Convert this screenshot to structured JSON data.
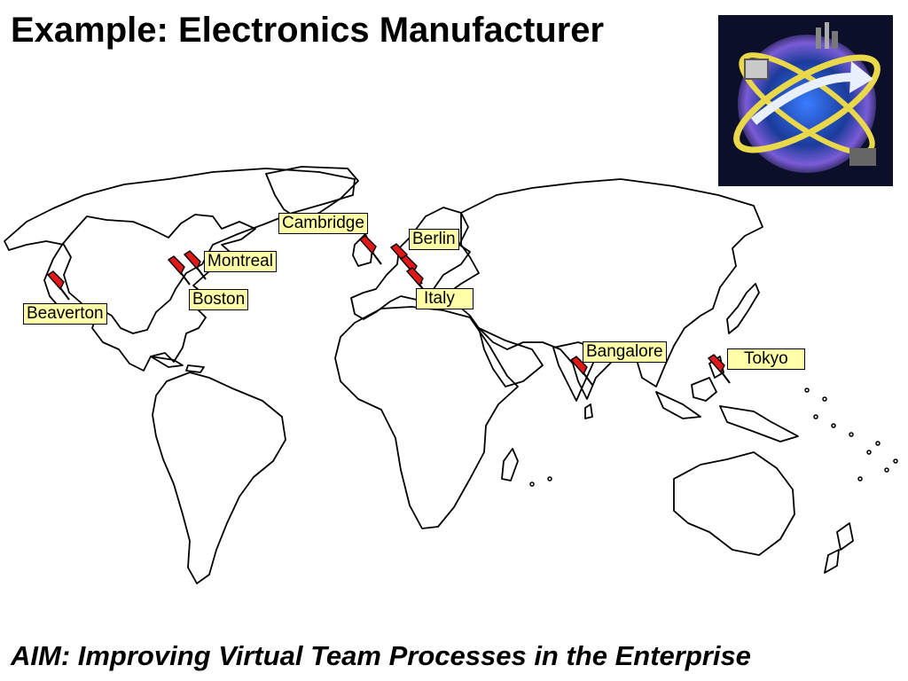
{
  "slide": {
    "title": "Example: Electronics Manufacturer",
    "footer": "AIM: Improving Virtual Team Processes in the Enterprise"
  },
  "map": {
    "locations": [
      {
        "label": "Beaverton"
      },
      {
        "label": "Montreal"
      },
      {
        "label": "Boston"
      },
      {
        "label": "Cambridge"
      },
      {
        "label": "Berlin"
      },
      {
        "label": "Italy"
      },
      {
        "label": "Bangalore"
      },
      {
        "label": "Tokyo"
      }
    ],
    "pin_color": "#e01818",
    "label_color": "#ffffa8"
  },
  "image": {
    "globe_colors": {
      "background": "#0b0f2a",
      "ring": "#e8d84a",
      "glow": "#7a5cd6"
    }
  }
}
